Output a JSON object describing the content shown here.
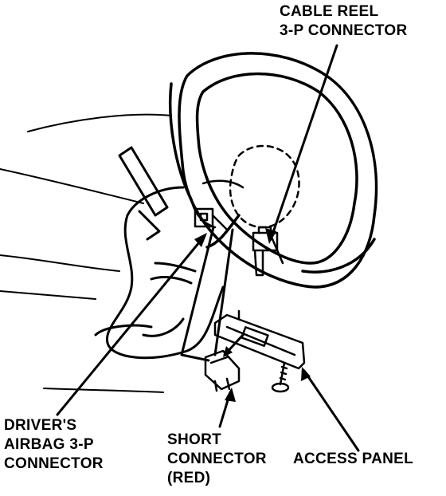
{
  "labels": {
    "cable_reel": [
      "CABLE REEL",
      "3-P CONNECTOR"
    ],
    "drivers_airbag": [
      "DRIVER'S",
      "AIRBAG 3-P",
      "CONNECTOR"
    ],
    "short_connector": [
      "SHORT",
      "CONNECTOR",
      "(RED)"
    ],
    "access_panel": [
      "ACCESS PANEL"
    ]
  },
  "colors": {
    "ink": "#000000",
    "paper": "#ffffff"
  }
}
